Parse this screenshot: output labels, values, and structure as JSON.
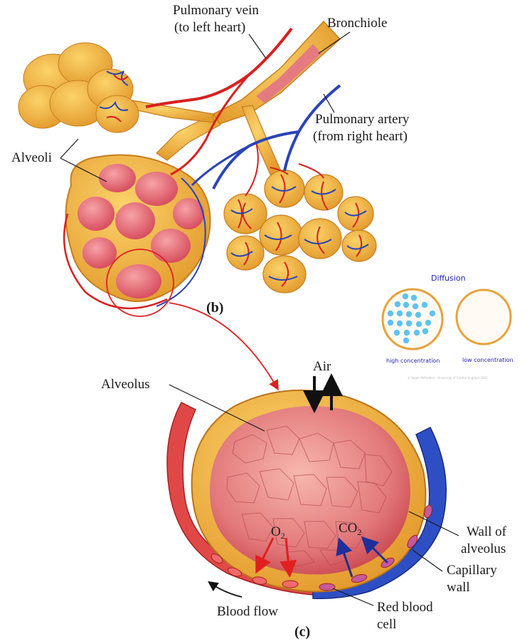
{
  "labels": {
    "pulmonary_vein_line1": "Pulmonary vein",
    "pulmonary_vein_line2": "(to left heart)",
    "bronchiole": "Bronchiole",
    "pulmonary_artery_line1": "Pulmonary artery",
    "pulmonary_artery_line2": "(from right heart)",
    "alveoli": "Alveoli",
    "panel_b": "(b)",
    "alveolus": "Alveolus",
    "air": "Air",
    "o2": "O",
    "o2_sub": "2",
    "co2": "CO",
    "co2_sub": "2",
    "wall_of_alveolus_line1": "Wall of",
    "wall_of_alveolus_line2": "alveolus",
    "capillary_wall_line1": "Capillary",
    "capillary_wall_line2": "wall",
    "red_blood_cell_line1": "Red blood",
    "red_blood_cell_line2": "cell",
    "blood_flow": "Blood flow",
    "panel_c": "(c)"
  },
  "diffusion": {
    "title": "Diffusion",
    "high_label": "high concentration",
    "low_label": "low concentration",
    "copyright": "© Roger McFadden - University of Central England 2003"
  },
  "colors": {
    "alveolus_tissue": "#e8a23c",
    "alveolus_inner": "#d9505a",
    "artery_blue": "#2a44b8",
    "vein_red": "#d82020",
    "arrow_red": "#e02020",
    "arrow_blue": "#1f2f9a",
    "particle": "#5ec3ef",
    "diffusion_text": "#1f1fb0"
  }
}
